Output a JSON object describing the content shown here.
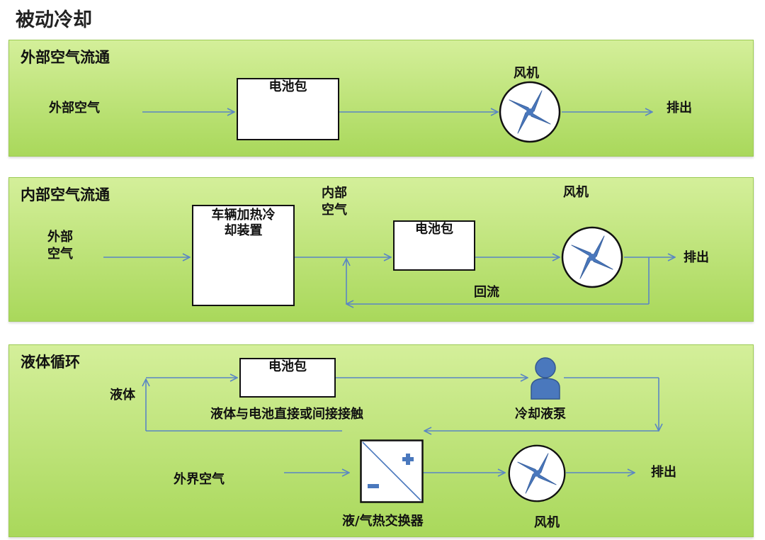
{
  "title": "被动冷却",
  "panel1": {
    "title": "外部空气流通",
    "inlet": "外部空气",
    "battery": "电池包",
    "fan": "风机",
    "exhaust": "排出"
  },
  "panel2": {
    "title": "内部空气流通",
    "inlet": "外部\n空气",
    "hvac": "车辆加热冷\n却装置",
    "internal_air": "内部\n空气",
    "battery": "电池包",
    "fan": "风机",
    "exhaust": "排出",
    "recirc": "回流"
  },
  "panel3": {
    "title": "液体循环",
    "liquid": "液体",
    "battery": "电池包",
    "contact": "液体与电池直接或间接接触",
    "pump": "冷却液泵",
    "outside_air": "外界空气",
    "hex": "液/气热交换器",
    "fan": "风机",
    "exhaust": "排出"
  },
  "colors": {
    "panel_top": "#d4ef9a",
    "panel_bottom": "#a9d85b",
    "arrow": "#5a86c4",
    "icon_fill": "#4a78bd"
  }
}
